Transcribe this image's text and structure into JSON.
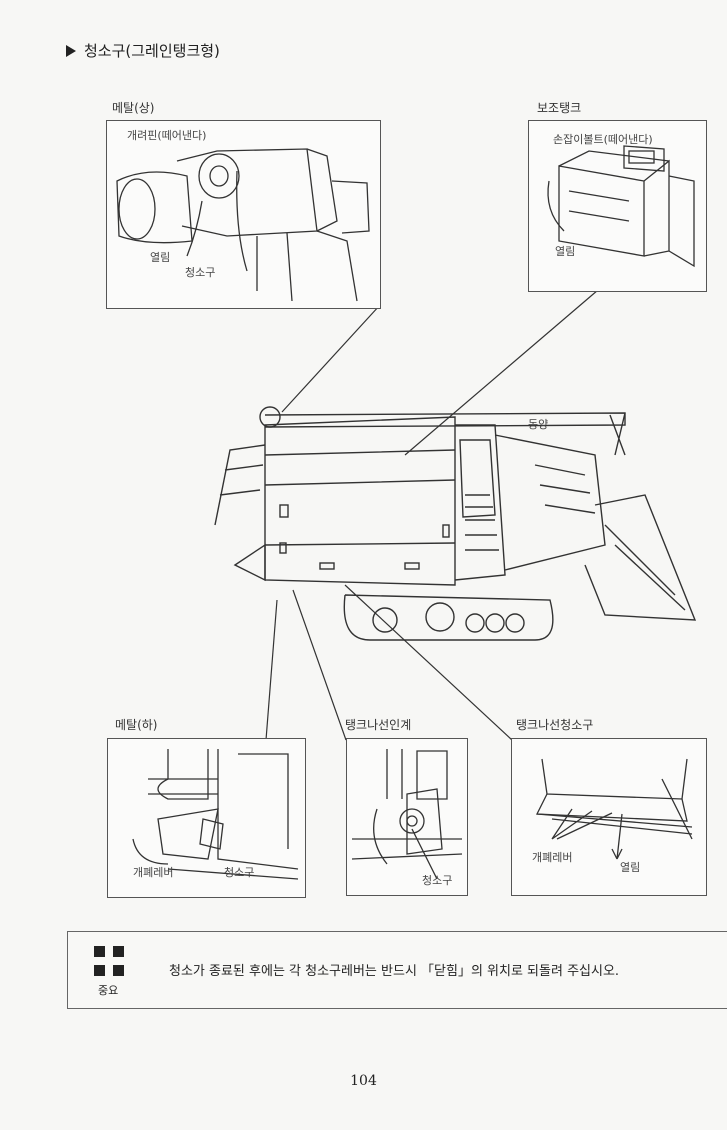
{
  "page": {
    "title": "청소구(그레인탱크형)",
    "page_number": "104"
  },
  "panels": {
    "metal_upper": {
      "label": "메탈(상)",
      "callout_open_pin": "개려핀(떼어낸다)",
      "callout_open": "열림",
      "callout_port": "청소구"
    },
    "aux_tank": {
      "label": "보조탱크",
      "callout_bolt": "손잡이볼트(떼어낸다)",
      "callout_open": "열림"
    },
    "machine": {
      "callout_linked": "동양"
    },
    "metal_lower": {
      "label": "메탈(하)",
      "callout_lever": "개폐레버",
      "callout_port": "청소구"
    },
    "screw_link": {
      "label": "탱크나선인계",
      "callout_port": "청소구"
    },
    "screw_port": {
      "label": "탱크나선청소구",
      "callout_lever": "개폐레버",
      "callout_open": "열림"
    }
  },
  "note": {
    "badge": "중요",
    "text": "청소가 종료된 후에는 각 청소구레버는 반드시 「닫힘」의 위치로 되돌려 주십시오."
  },
  "icons": [
    "triangle-bullet-icon",
    "important-cross-icon"
  ]
}
